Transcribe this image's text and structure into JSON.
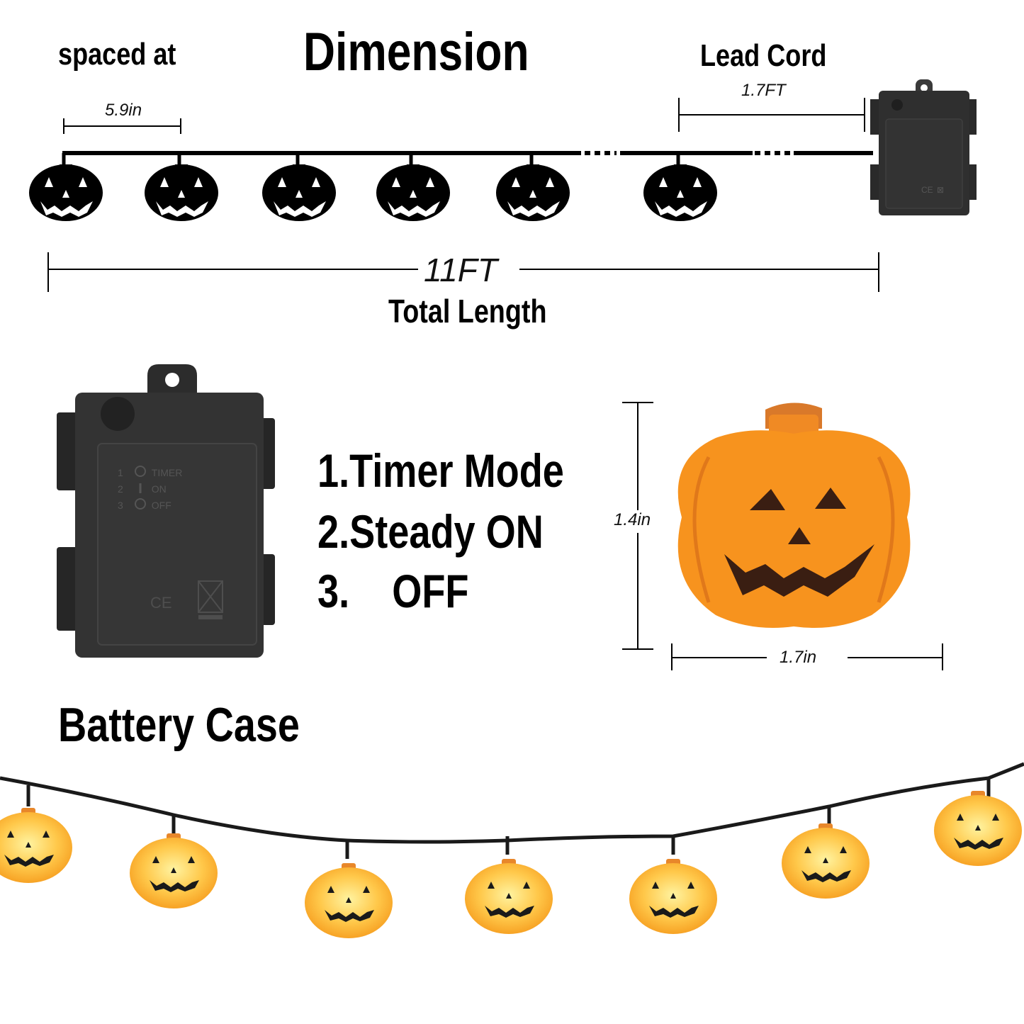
{
  "title": "Dimension",
  "spacing": {
    "label": "spaced at",
    "value": "5.9in"
  },
  "lead_cord": {
    "label": "Lead Cord",
    "value": "1.7FT"
  },
  "total_length": {
    "value": "11FT",
    "label": "Total Length"
  },
  "battery_case": {
    "label": "Battery Case",
    "switch_labels": [
      {
        "num": "1",
        "text": "TIMER"
      },
      {
        "num": "2",
        "text": "ON"
      },
      {
        "num": "3",
        "text": "OFF"
      }
    ]
  },
  "modes": [
    "1.Timer Mode",
    "2.Steady ON",
    "3.    OFF"
  ],
  "pumpkin_size": {
    "height": "1.4in",
    "width": "1.7in"
  },
  "colors": {
    "pumpkin": "#f7931e",
    "pumpkin_dark": "#e0701a",
    "case": "#2b2b2b",
    "line": "#000000"
  }
}
